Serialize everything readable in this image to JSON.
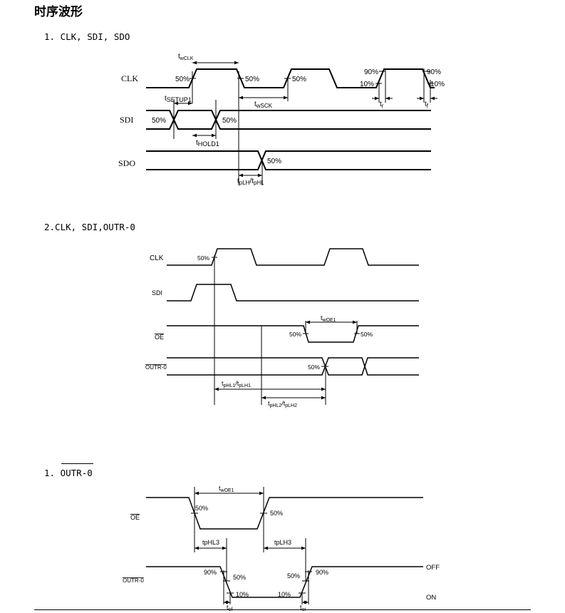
{
  "page": {
    "title": "时序波形"
  },
  "sections": [
    {
      "heading": "1. CLK, SDI, SDO"
    },
    {
      "heading": "2.CLK, SDI,OUTR-0"
    },
    {
      "heading": "1.  OUTR-0"
    }
  ],
  "d1": {
    "signals": {
      "clk": "CLK",
      "sdi": "SDI",
      "sdo": "SDO"
    },
    "pct50": "50%",
    "pct90": "90%",
    "pct10": "10%",
    "t_wclk": {
      "base": "t",
      "sub": "wCLK"
    },
    "t_wsck": {
      "base": "t",
      "sub": "wSCK"
    },
    "t_setup1": {
      "base": "t",
      "sub": "SETUP1"
    },
    "t_hold1": {
      "base": "t",
      "sub": "HOLD1"
    },
    "t_plh_phl": {
      "base": "t",
      "sub": "pLH",
      "slash": "/t",
      "sub2": "pHL"
    },
    "t_r": {
      "base": "t",
      "sub": "r"
    },
    "t_f": {
      "base": "t",
      "sub": "f"
    }
  },
  "d2": {
    "signals": {
      "clk": "CLK",
      "sdi": "SDI",
      "oe": "OE",
      "outr": "OUTR-0"
    },
    "pct50": "50%",
    "t_woe1": {
      "base": "t",
      "sub": "wOE1"
    },
    "t_phl1": {
      "base": "t",
      "sub": "pHL1",
      "slash": "/t",
      "sub2": "pLH1"
    },
    "t_phl2": {
      "base": "t",
      "sub": "pHL2",
      "slash": "/t",
      "sub2": "pLH2"
    }
  },
  "d3": {
    "signals": {
      "oe": "OE",
      "outr": "OUTR-0"
    },
    "pct50": "50%",
    "pct90": "90%",
    "pct10": "10%",
    "t_woe1": {
      "base": "t",
      "sub": "wOE1"
    },
    "t_phl3": "tpHL3",
    "t_plh3": "tpLH3",
    "t_of": {
      "base": "t",
      "sub": "of"
    },
    "t_or": {
      "base": "t",
      "sub": "or"
    },
    "state_off": "OFF",
    "state_on": "ON"
  }
}
